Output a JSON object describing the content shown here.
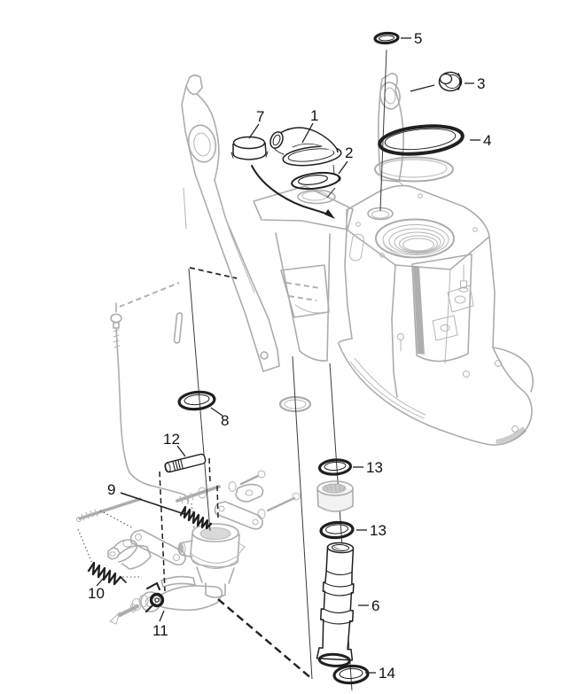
{
  "palette": {
    "background": "#ffffff",
    "part_line_color": "#1f1f1f",
    "housing_line_color": "#acacac",
    "label_text_color": "#111111"
  },
  "callouts": {
    "1": "1",
    "2": "2",
    "3": "3",
    "4": "4",
    "5": "5",
    "6": "6",
    "7": "7",
    "8": "8",
    "9": "9",
    "10": "10",
    "11": "11",
    "12": "12",
    "13a": "13",
    "13b": "13",
    "14": "14"
  }
}
